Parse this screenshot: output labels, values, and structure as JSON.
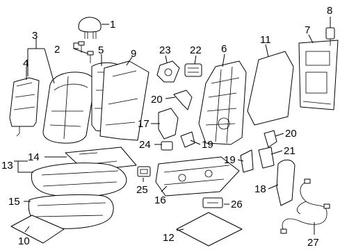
{
  "callouts": {
    "c1": "1",
    "c2": "2",
    "c3": "3",
    "c4": "4",
    "c5": "5",
    "c6": "6",
    "c7": "7",
    "c8": "8",
    "c9": "9",
    "c10": "10",
    "c11": "11",
    "c12": "12",
    "c13": "13",
    "c14": "14",
    "c15": "15",
    "c16": "16",
    "c17": "17",
    "c18": "18",
    "c19a": "19",
    "c19b": "19",
    "c20a": "20",
    "c20b": "20",
    "c21": "21",
    "c22": "22",
    "c23": "23",
    "c24": "24",
    "c25": "25",
    "c26": "26",
    "c27": "27"
  },
  "colors": {
    "line": "#000000",
    "background": "#ffffff"
  }
}
